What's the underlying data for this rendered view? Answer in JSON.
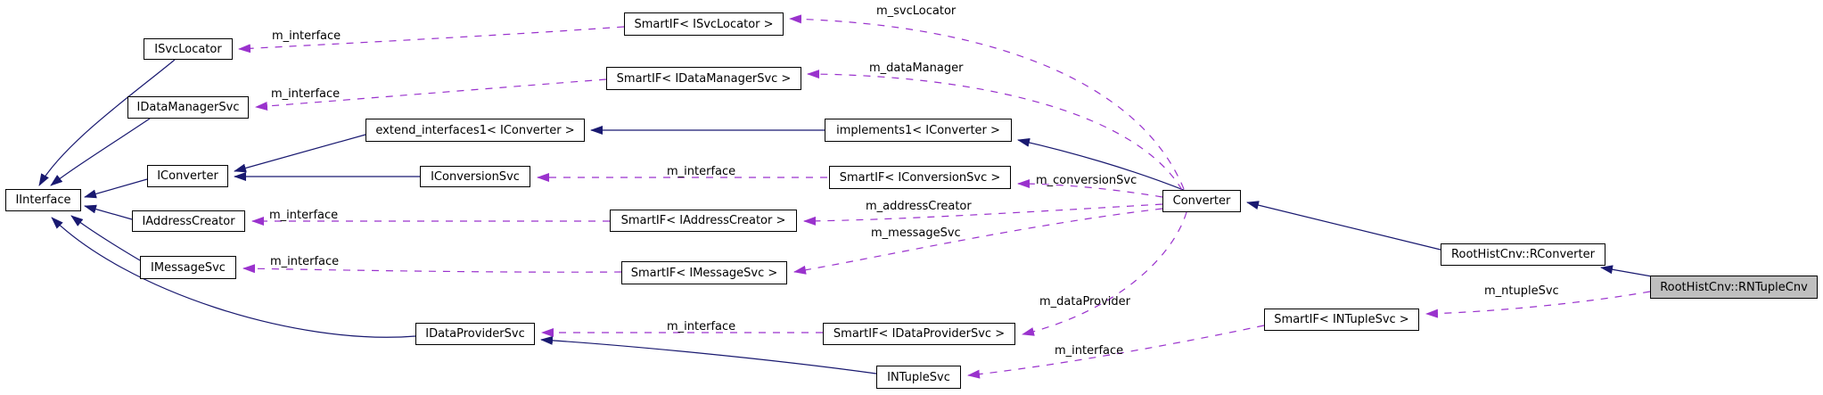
{
  "diagram": {
    "type": "collaboration-graph",
    "highlighted_node": "RootHistCnv::RNTupleCnv",
    "colors": {
      "background": "#ffffff",
      "node_fill": "#ffffff",
      "node_border": "#000000",
      "highlight_fill": "#bfbfbf",
      "inheritance_edge": "#191970",
      "usage_edge": "#9a32cd",
      "label_text": "#000000"
    }
  },
  "nodes": {
    "iinterface": {
      "label": "IInterface"
    },
    "isvclocator": {
      "label": "ISvcLocator"
    },
    "idatamanagersvc": {
      "label": "IDataManagerSvc"
    },
    "iconverter": {
      "label": "IConverter"
    },
    "iaddresscreator": {
      "label": "IAddressCreator"
    },
    "imessagesvc": {
      "label": "IMessageSvc"
    },
    "idataprovidersvc": {
      "label": "IDataProviderSvc"
    },
    "extendinterfaces1": {
      "label": "extend_interfaces1< IConverter >"
    },
    "iconversionsvc": {
      "label": "IConversionSvc"
    },
    "smartif_isvclocator": {
      "label": "SmartIF< ISvcLocator >"
    },
    "smartif_idatamanagersvc": {
      "label": "SmartIF< IDataManagerSvc >"
    },
    "implements1": {
      "label": "implements1< IConverter >"
    },
    "smartif_iconversionsvc": {
      "label": "SmartIF< IConversionSvc >"
    },
    "smartif_iaddresscreator": {
      "label": "SmartIF< IAddressCreator >"
    },
    "smartif_imessagesvc": {
      "label": "SmartIF< IMessageSvc >"
    },
    "smartif_idataprovidersvc": {
      "label": "SmartIF< IDataProviderSvc >"
    },
    "intuplesvc": {
      "label": "INTupleSvc"
    },
    "converter": {
      "label": "Converter"
    },
    "rconverter": {
      "label": "RootHistCnv::RConverter"
    },
    "rntuplecnv": {
      "label": "RootHistCnv::RNTupleCnv"
    },
    "smartif_intuplesvc": {
      "label": "SmartIF< INTupleSvc >"
    }
  },
  "edge_labels": {
    "m_interface": "m_interface",
    "m_svcLocator": "m_svcLocator",
    "m_dataManager": "m_dataManager",
    "m_conversionSvc": "m_conversionSvc",
    "m_addressCreator": "m_addressCreator",
    "m_messageSvc": "m_messageSvc",
    "m_dataProvider": "m_dataProvider",
    "m_ntupleSvc": "m_ntupleSvc"
  },
  "edges": [
    {
      "from": "ISvcLocator",
      "to": "IInterface",
      "relation": "inheritance"
    },
    {
      "from": "IDataManagerSvc",
      "to": "IInterface",
      "relation": "inheritance"
    },
    {
      "from": "IConverter",
      "to": "IInterface",
      "relation": "inheritance"
    },
    {
      "from": "IAddressCreator",
      "to": "IInterface",
      "relation": "inheritance"
    },
    {
      "from": "IMessageSvc",
      "to": "IInterface",
      "relation": "inheritance"
    },
    {
      "from": "IDataProviderSvc",
      "to": "IInterface",
      "relation": "inheritance"
    },
    {
      "from": "extend_interfaces1< IConverter >",
      "to": "IConverter",
      "relation": "inheritance"
    },
    {
      "from": "IConversionSvc",
      "to": "IConverter",
      "relation": "inheritance"
    },
    {
      "from": "implements1< IConverter >",
      "to": "extend_interfaces1< IConverter >",
      "relation": "inheritance"
    },
    {
      "from": "Converter",
      "to": "implements1< IConverter >",
      "relation": "inheritance"
    },
    {
      "from": "RootHistCnv::RConverter",
      "to": "Converter",
      "relation": "inheritance"
    },
    {
      "from": "RootHistCnv::RNTupleCnv",
      "to": "RootHistCnv::RConverter",
      "relation": "inheritance"
    },
    {
      "from": "INTupleSvc",
      "to": "IDataProviderSvc",
      "relation": "inheritance"
    },
    {
      "from": "SmartIF< ISvcLocator >",
      "to": "ISvcLocator",
      "relation": "usage",
      "label": "m_interface"
    },
    {
      "from": "SmartIF< IDataManagerSvc >",
      "to": "IDataManagerSvc",
      "relation": "usage",
      "label": "m_interface"
    },
    {
      "from": "SmartIF< IConversionSvc >",
      "to": "IConversionSvc",
      "relation": "usage",
      "label": "m_interface"
    },
    {
      "from": "SmartIF< IAddressCreator >",
      "to": "IAddressCreator",
      "relation": "usage",
      "label": "m_interface"
    },
    {
      "from": "SmartIF< IMessageSvc >",
      "to": "IMessageSvc",
      "relation": "usage",
      "label": "m_interface"
    },
    {
      "from": "SmartIF< IDataProviderSvc >",
      "to": "IDataProviderSvc",
      "relation": "usage",
      "label": "m_interface"
    },
    {
      "from": "SmartIF< INTupleSvc >",
      "to": "INTupleSvc",
      "relation": "usage",
      "label": "m_interface"
    },
    {
      "from": "Converter",
      "to": "SmartIF< ISvcLocator >",
      "relation": "usage",
      "label": "m_svcLocator"
    },
    {
      "from": "Converter",
      "to": "SmartIF< IDataManagerSvc >",
      "relation": "usage",
      "label": "m_dataManager"
    },
    {
      "from": "Converter",
      "to": "SmartIF< IConversionSvc >",
      "relation": "usage",
      "label": "m_conversionSvc"
    },
    {
      "from": "Converter",
      "to": "SmartIF< IAddressCreator >",
      "relation": "usage",
      "label": "m_addressCreator"
    },
    {
      "from": "Converter",
      "to": "SmartIF< IMessageSvc >",
      "relation": "usage",
      "label": "m_messageSvc"
    },
    {
      "from": "Converter",
      "to": "SmartIF< IDataProviderSvc >",
      "relation": "usage",
      "label": "m_dataProvider"
    },
    {
      "from": "RootHistCnv::RNTupleCnv",
      "to": "SmartIF< INTupleSvc >",
      "relation": "usage",
      "label": "m_ntupleSvc"
    }
  ]
}
